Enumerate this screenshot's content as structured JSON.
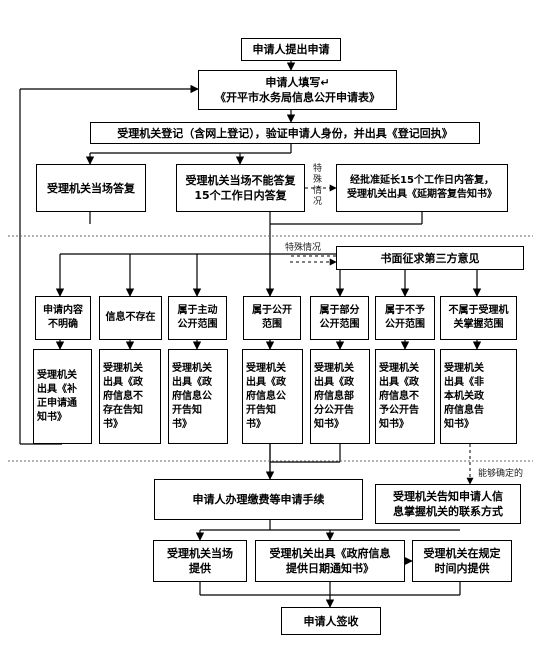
{
  "flow": {
    "start": "申请人提出申请",
    "fill_form": "申请人填写↵\n《开平市水务局信息公开申请表》",
    "register": "受理机关登记（含网上登记），验证申请人身份，并出具《登记回执》",
    "reply_on_spot": "受理机关当场答复",
    "reply_15days": "受理机关当场不能答复\n15个工作日内答复",
    "extend": "经批准延长15个工作日内答复，\n受理机关出具《延期答复告知书》",
    "special_1": "特殊\n情况",
    "special_2": "特殊情况",
    "third_party": "书面征求第三方意见",
    "categories": [
      "申请内容\n不明确",
      "信息不存在",
      "属于主动\n公开范围",
      "属于公开\n范围",
      "属于部分\n公开范围",
      "属于不予\n公开范围",
      "不属于受理机\n关掌握范围"
    ],
    "notices": [
      "受理机关\n出具《补\n正申请通\n知书》",
      "受理机关\n出具《政\n府信息不\n存在告知\n书》",
      "受理机关\n出具《政\n府信息公\n开告知\n书》",
      "受理机关\n出具《政\n府信息公\n开告知\n书》",
      "受理机关\n出具《政\n府信息部\n分公开告\n知书》",
      "受理机关\n出具《政\n府信息不\n予公开告\n知书》",
      "受理机关\n出具《非\n本机关政\n府信息告\n知书》"
    ],
    "determinable": "能够确定的",
    "inform_contact": "受理机关告知申请人信\n息掌握机关的联系方式",
    "fees": "申请人办理缴费等申请手续",
    "provide_on_spot": "受理机关当场\n提供",
    "date_notice": "受理机关出具《政府信息\n提供日期通知书》",
    "provide_in_time": "受理机关在规定\n时间内提供",
    "sign": "申请人签收"
  }
}
